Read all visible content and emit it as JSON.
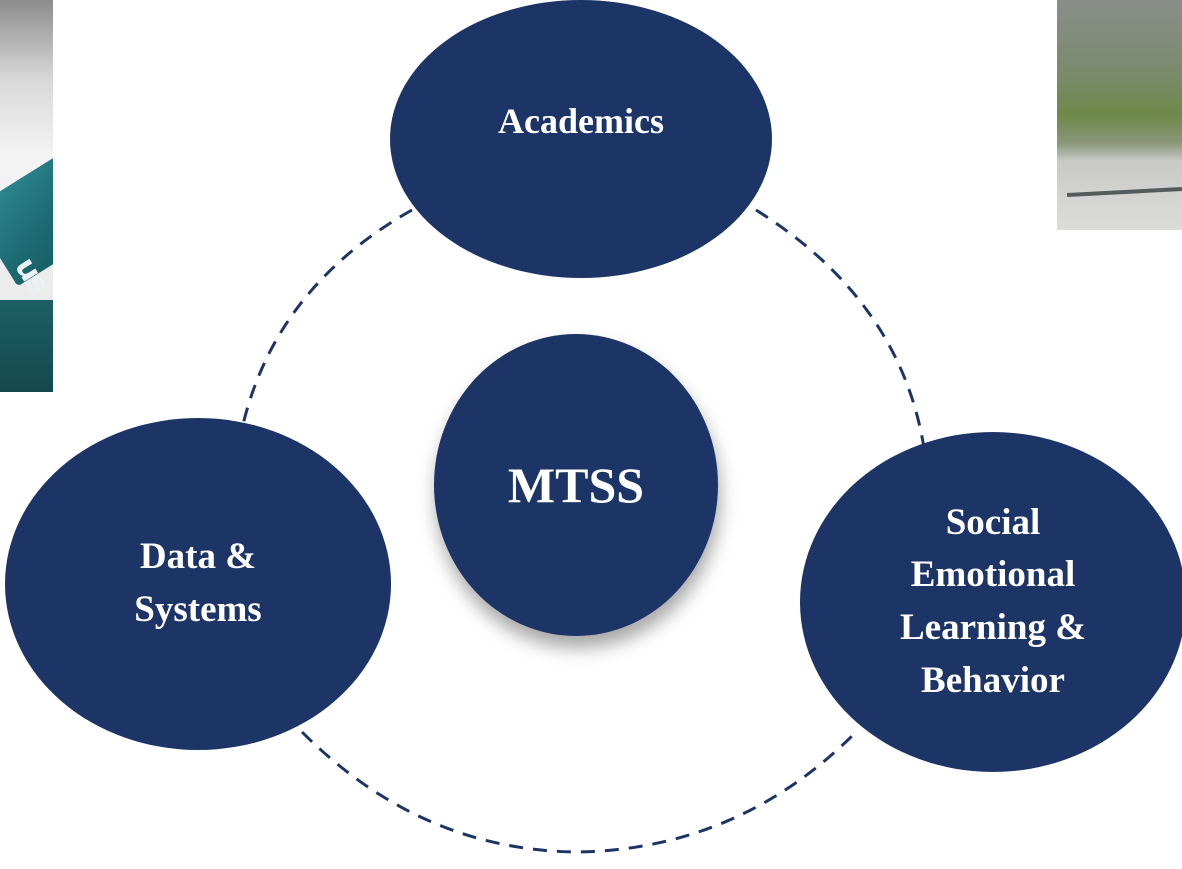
{
  "center": {
    "label": "MTSS"
  },
  "nodes": {
    "academics": {
      "label": "Academics"
    },
    "data_systems": {
      "lines": [
        "Data &",
        "Systems"
      ]
    },
    "sel_behavior": {
      "lines": [
        "Social",
        "Emotional",
        "Learning &",
        "Behavior"
      ]
    }
  },
  "colors": {
    "node_fill": "#1d3566",
    "node_text": "#ffffff",
    "connector": "#1d3566"
  },
  "connector_style": "dashed-ring",
  "images": {
    "left": {
      "icon": "decorative-photo-fragment",
      "visible_text": "us"
    },
    "right": {
      "icon": "decorative-photo-fragment"
    }
  }
}
